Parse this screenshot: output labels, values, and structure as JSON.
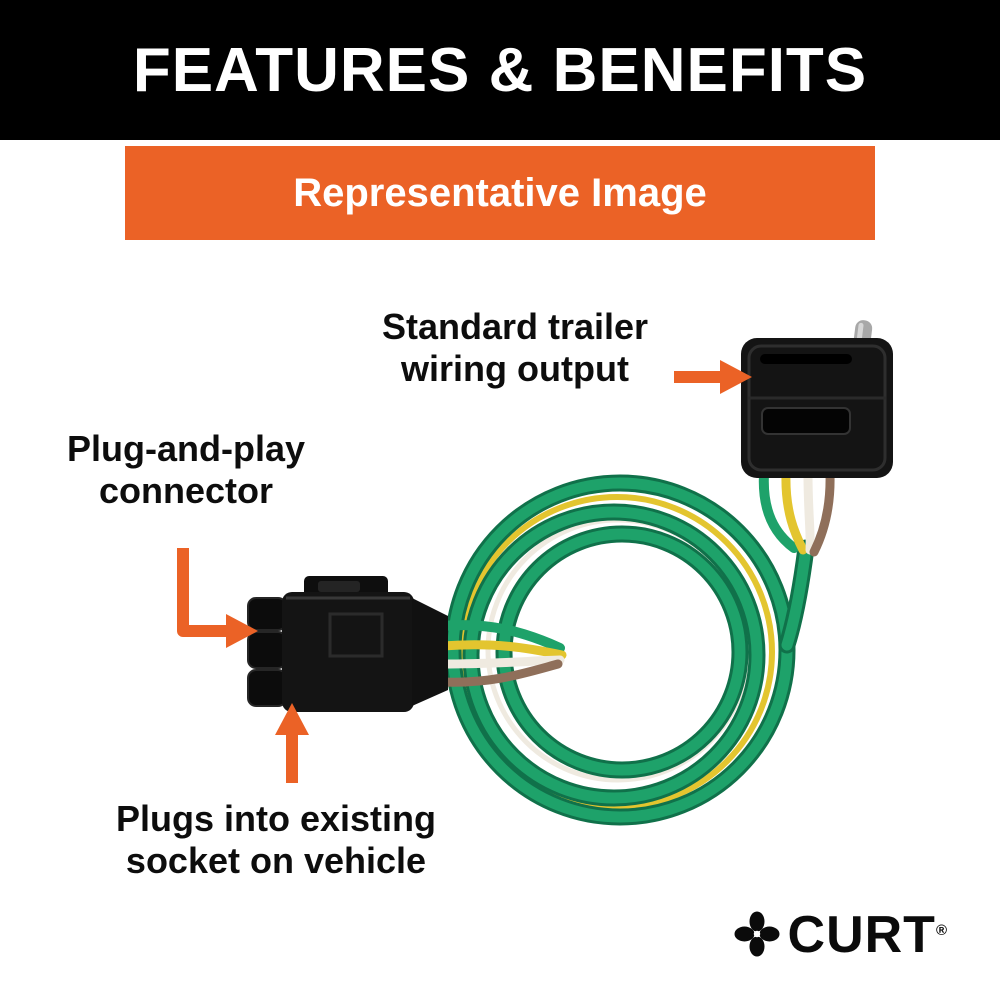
{
  "header": {
    "title": "FEATURES & BENEFITS",
    "bg": "#000000",
    "text_color": "#ffffff"
  },
  "banner": {
    "label": "Representative Image",
    "bg": "#EB6226",
    "text_color": "#ffffff"
  },
  "annotations": {
    "wiring_output": {
      "line1": "Standard trailer",
      "line2": "wiring output"
    },
    "connector": {
      "line1": "Plug-and-play",
      "line2": "connector"
    },
    "socket": {
      "line1": "Plugs into existing",
      "line2": "socket on vehicle"
    }
  },
  "brand": {
    "name": "CURT",
    "registered": "®"
  },
  "icons": {
    "brand": "curt-flower-icon",
    "callouts": "orange-arrow-icon"
  },
  "colors": {
    "accent_orange": "#EB6226",
    "wire_green": "#1EA26A",
    "wire_green_dark": "#10714A",
    "wire_yellow": "#E3C52F",
    "wire_white": "#EFEAE0",
    "wire_brown": "#8F6F5A",
    "connector_black": "#141414",
    "pin_gray": "#A8A8A8"
  }
}
